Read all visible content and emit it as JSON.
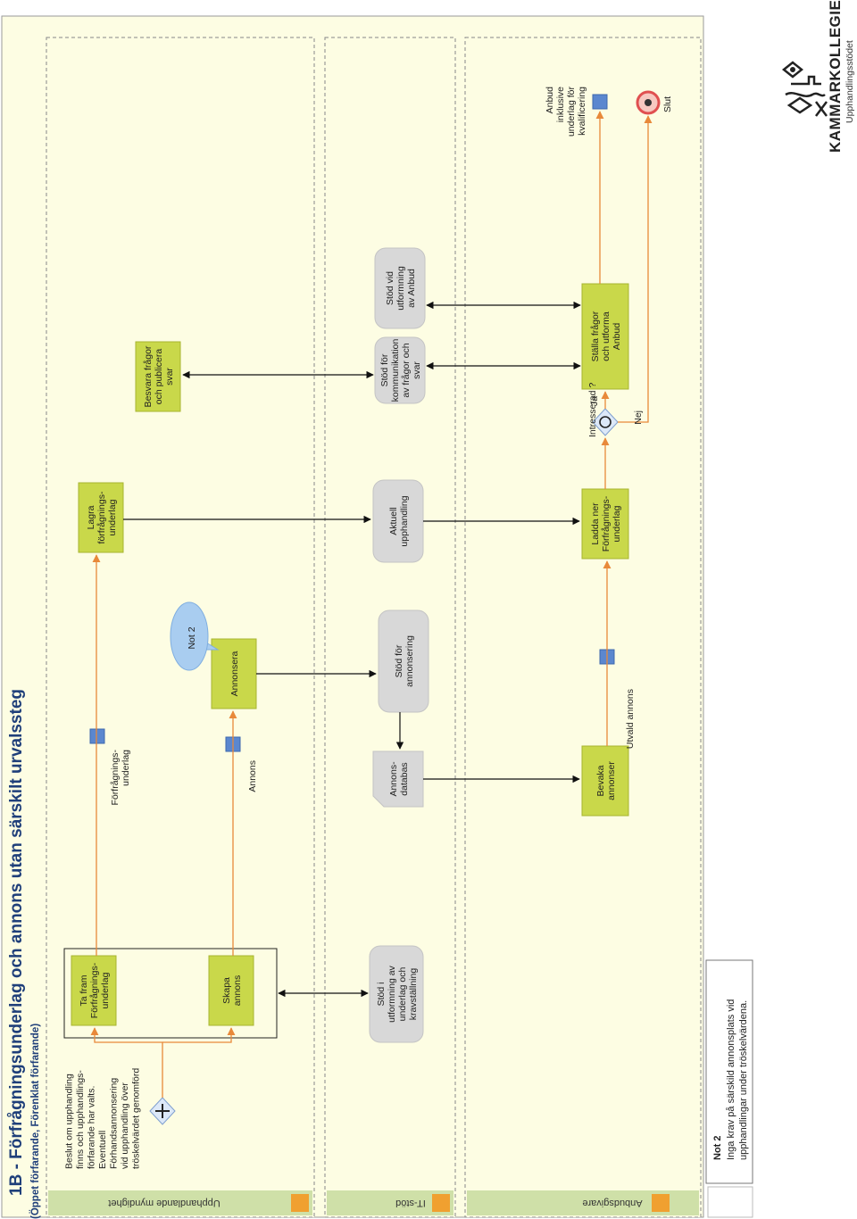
{
  "title": "1B - Förfrågningsunderlag och annons utan särskilt urvalssteg",
  "subtitle": "(Öppet förfarande, Förenklat förfarande)",
  "lanes": {
    "authority": "Upphandlande myndighet",
    "it": "IT-stöd",
    "supplier": "Anbudsgivare"
  },
  "start_text": [
    "Beslut om upphandling",
    "finns och upphandlings-",
    "förfarande har valts.",
    "Eventuell",
    "Förhandsannonsering",
    "vid upphandling över",
    "tröskelvärdet genomförd"
  ],
  "tasks": {
    "ta_fram": [
      "Ta fram",
      "Förfrågnings-",
      "underlag"
    ],
    "skapa_annons": [
      "Skapa",
      "annons"
    ],
    "lagra": [
      "Lagra",
      "förfrågnings-",
      "underlag"
    ],
    "annonsera": [
      "Annonsera"
    ],
    "besvara": [
      "Besvara frågor",
      "och publicera",
      "svar"
    ],
    "bevaka": [
      "Bevaka",
      "annonser"
    ],
    "ladda_ner": [
      "Ladda ner",
      "Förfrågnings-",
      "underlag"
    ],
    "stalla": [
      "Ställa frågor",
      "och utforma",
      "Anbud"
    ]
  },
  "it_support": {
    "stod_utformning": [
      "Stöd i",
      "utformning av",
      "underlag och",
      "kravställning"
    ],
    "annonsdatabas": [
      "Annons-",
      "databas"
    ],
    "stod_annonsering": [
      "Stöd för",
      "annonsering"
    ],
    "aktuell": [
      "Aktuell",
      "upphandling"
    ],
    "stod_kommunikation": [
      "Stöd för",
      "kommunikation",
      "av frågor och",
      "svar"
    ],
    "stod_anbud": [
      "Stöd vid",
      "utformning",
      "av Anbud"
    ]
  },
  "artifacts": {
    "ff_underlag": [
      "Förfrågnings-",
      "underlag"
    ],
    "annons": [
      "Annons"
    ],
    "utvald_annons": [
      "Utvald annons"
    ],
    "anbud": [
      "Anbud",
      "inklusive",
      "underlag för",
      "kvalificering"
    ]
  },
  "gateway": {
    "question": "Intresserad ?",
    "yes": "Ja",
    "no": "Nej"
  },
  "end_label": "Slut",
  "callout": "Not 2",
  "note": {
    "title": "Not 2",
    "lines": [
      "Inga krav på särskild annonsplats vid",
      "upphandlingar under tröskelvärdena."
    ]
  },
  "logo": {
    "main": "KAMMARKOLLEGIET",
    "sub": "Upphandlingsstödet"
  },
  "colors": {
    "task": "#c9d84a",
    "it": "#d8d8d8",
    "artifact": "#5b87cf",
    "flow": "#e8893a",
    "pool": "#fdfde3",
    "lanehead": "#f0a030"
  }
}
